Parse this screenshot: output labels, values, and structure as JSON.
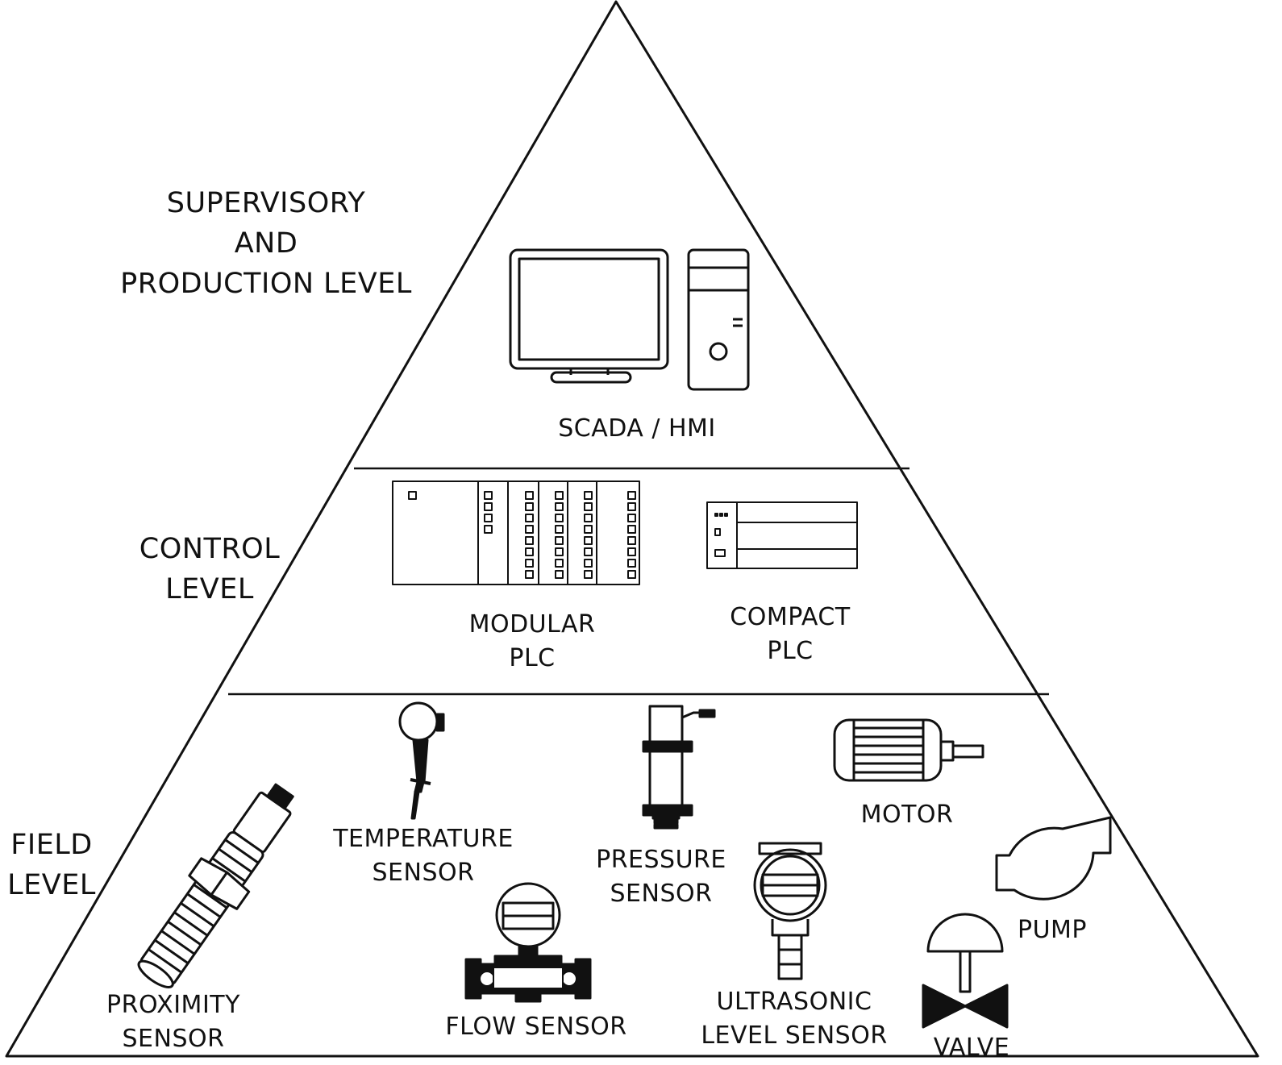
{
  "levels": {
    "supervisory": "SUPERVISORY\nAND\nPRODUCTION LEVEL",
    "control": "CONTROL\nLEVEL",
    "field": "FIELD\nLEVEL"
  },
  "devices": {
    "scada": "SCADA / HMI",
    "modular_plc": "MODULAR\nPLC",
    "compact_plc": "COMPACT\nPLC",
    "temperature_sensor": "TEMPERATURE\nSENSOR",
    "pressure_sensor": "PRESSURE\nSENSOR",
    "motor": "MOTOR",
    "proximity_sensor": "PROXIMITY\nSENSOR",
    "flow_sensor": "FLOW SENSOR",
    "ultrasonic_level_sensor": "ULTRASONIC\nLEVEL SENSOR",
    "pump": "PUMP",
    "valve": "VALVE"
  },
  "colors": {
    "line": "#111111",
    "background": "#ffffff"
  },
  "icons": [
    "monitor-icon",
    "pc-tower-icon",
    "modular-plc-icon",
    "compact-plc-icon",
    "temperature-sensor-icon",
    "pressure-sensor-icon",
    "motor-icon",
    "proximity-sensor-icon",
    "flow-sensor-icon",
    "ultrasonic-sensor-icon",
    "pump-icon",
    "valve-icon"
  ]
}
